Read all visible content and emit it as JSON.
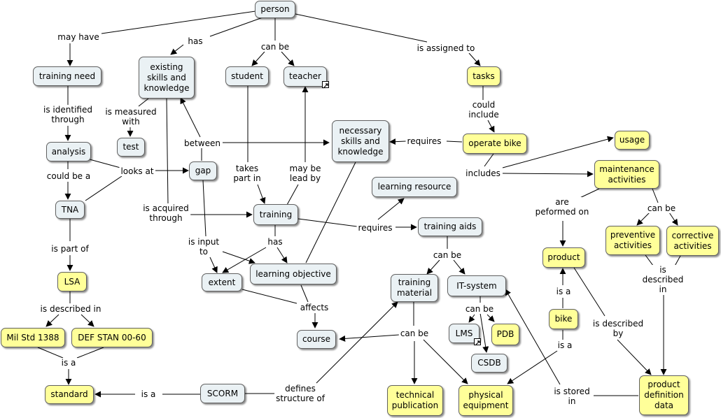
{
  "nodes": {
    "person": "person",
    "training_need": "training need",
    "existing_skills": "existing\nskills and\nknowledge",
    "student": "student",
    "teacher": "teacher",
    "tasks": "tasks",
    "test": "test",
    "analysis": "analysis",
    "gap": "gap",
    "necessary_skills": "necessary\nskills and\nknowledge",
    "operate_bike": "operate bike",
    "usage": "usage",
    "maintenance": "maintenance\nactivities",
    "learning_resource": "learning resource",
    "tna": "TNA",
    "training": "training",
    "training_aids": "training aids",
    "preventive": "preventive\nactivities",
    "corrective": "corrective\nactivities",
    "lsa": "LSA",
    "extent": "extent",
    "learning_objective": "learning objective",
    "training_material": "training\nmaterial",
    "it_system": "IT-system",
    "product": "product",
    "bike": "bike",
    "mil_std": "Mil Std 1388",
    "def_stan": "DEF STAN 00-60",
    "course": "course",
    "lms": "LMS",
    "pdb": "PDB",
    "csdb": "CSDB",
    "standard": "standard",
    "scorm": "SCORM",
    "technical_publication": "technical\npublication",
    "physical_equipment": "physical\nequipment",
    "product_definition_data": "product\ndefinition\ndata"
  },
  "links": {
    "may_have": "may have",
    "has_1": "has",
    "can_be_1": "can be",
    "is_assigned_to": "is assigned to",
    "is_identified_through": "is identified\nthrough",
    "is_measured_with": "is measured\nwith",
    "between": "between",
    "could_include": "could\ninclude",
    "requires_1": "requires",
    "includes": "includes",
    "could_be_a": "could be a",
    "looks_at": "looks at",
    "takes_part_in": "takes\npart in",
    "may_be_lead_by": "may be\nlead by",
    "is_acquired_through": "is acquired\nthrough",
    "requires_2": "requires",
    "are_performed_on": "are\npeformed on",
    "can_be_2": "can be",
    "is_part_of": "is part of",
    "has_2": "has",
    "is_input_to": "is input\nto",
    "can_be_3": "can be",
    "is_described_in_1": "is\ndescribed\nin",
    "is_described_in_2": "is described in",
    "affects": "affects",
    "can_be_4": "can be",
    "is_a_1": "is a",
    "is_described_by": "is described\nby",
    "can_be_5": "can be",
    "is_a_2": "is a",
    "is_a_3": "is a",
    "is_a_4": "is a",
    "defines_structure_of": "defines\nstructure of",
    "is_stored_in": "is stored\nin"
  },
  "colors": {
    "concept_fill": "#eaf1f4",
    "highlight_fill": "#ffff99",
    "border": "#606060",
    "line": "#000000"
  },
  "icons": {
    "teacher": "external-link-icon",
    "lms": "external-link-icon"
  }
}
